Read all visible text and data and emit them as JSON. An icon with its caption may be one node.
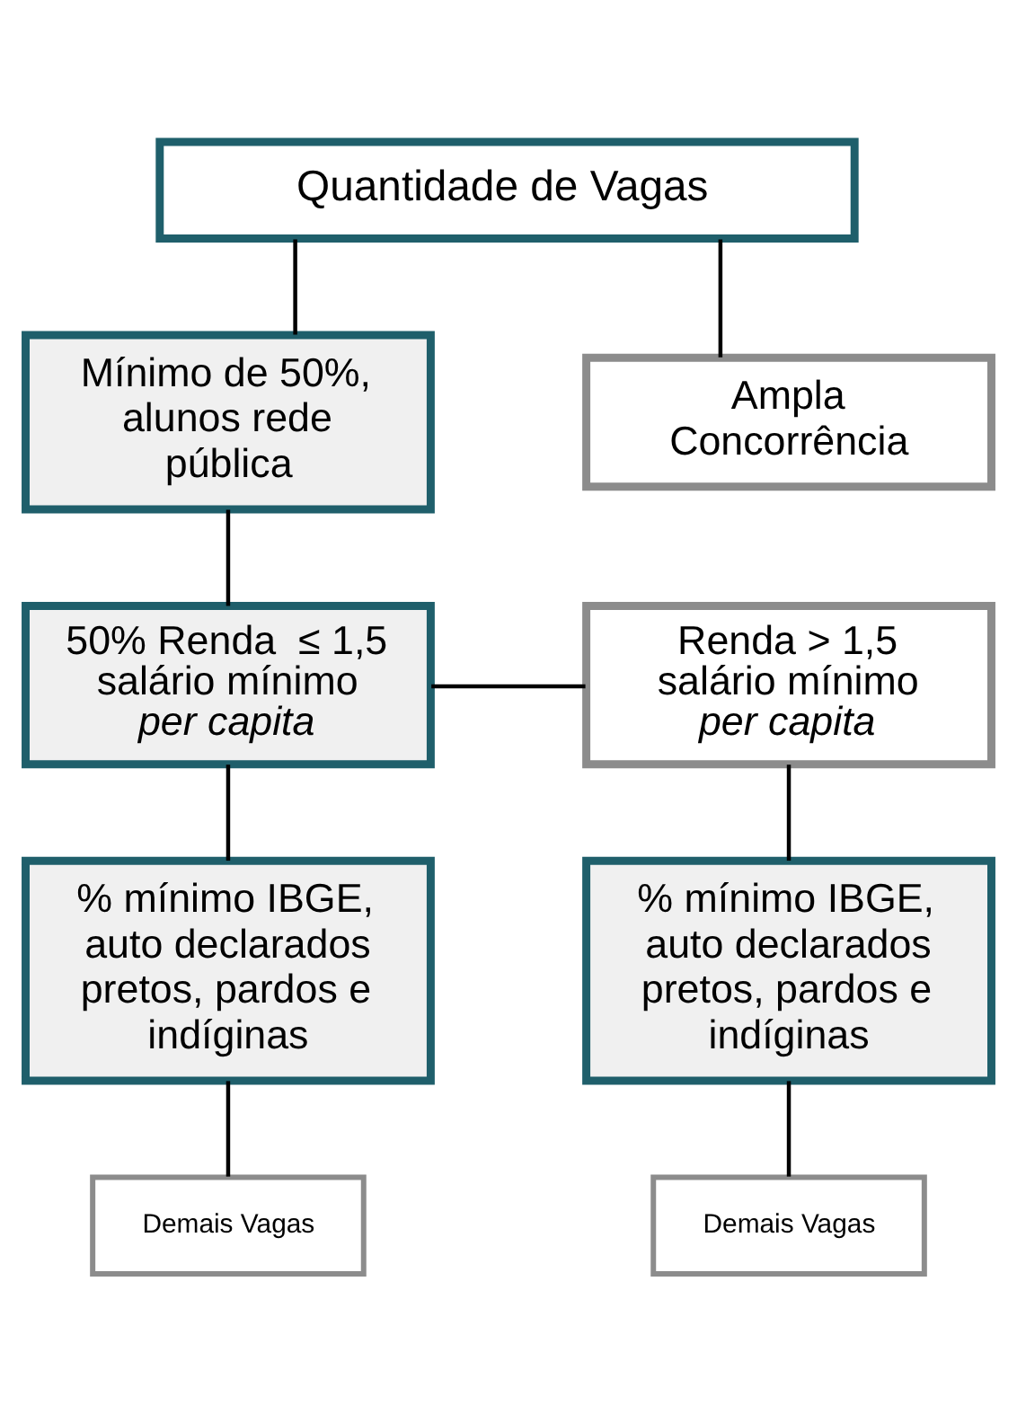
{
  "diagram": {
    "nodes": [
      {
        "text": [
          "Quantidade de Vagas"
        ]
      },
      {
        "text": [
          "Mínimo de 50%, alunos rede pública"
        ]
      },
      {
        "text": [
          "Ampla Concorrência"
        ]
      },
      {
        "text": [
          "50% Renda  ≤ 1,5 salário mínimo *per capita*"
        ]
      },
      {
        "text": [
          "Renda > 1,5 salário mínimo *per capita*"
        ]
      },
      {
        "text": [
          "% mínimo IBGE, auto declarados pretos, pardos e indíginas"
        ]
      },
      {
        "text": [
          "% mínimo IBGE, auto declarados pretos, pardos e indíginas"
        ]
      },
      {
        "text": [
          "Demais Vagas"
        ]
      },
      {
        "text": [
          "Demais Vagas"
        ]
      }
    ],
    "edges": [
      {
        "from": 0,
        "to": 1,
        "arrow": "none"
      },
      {
        "from": 0,
        "to": 2,
        "arrow": "none"
      },
      {
        "from": 1,
        "to": 3,
        "arrow": "none"
      },
      {
        "from": 3,
        "to": 4,
        "arrow": "none"
      },
      {
        "from": 3,
        "to": 5,
        "arrow": "none"
      },
      {
        "from": 4,
        "to": 6,
        "arrow": "none"
      },
      {
        "from": 5,
        "to": 7,
        "arrow": "none"
      },
      {
        "from": 6,
        "to": 8,
        "arrow": "none"
      }
    ]
  }
}
